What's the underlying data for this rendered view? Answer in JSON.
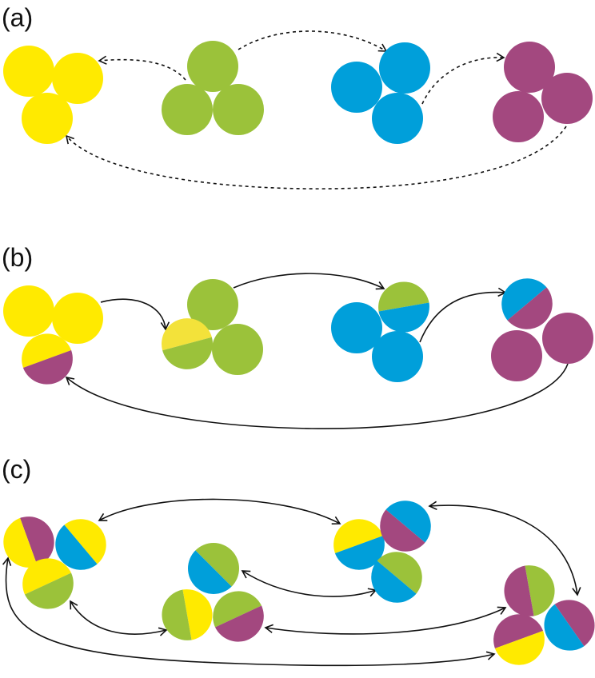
{
  "colors": {
    "yellow": "#ffea00",
    "yellow_light": "#f3e23a",
    "green": "#9bc23a",
    "blue": "#009fda",
    "purple": "#a3487f",
    "stroke": "#111111"
  },
  "panels": [
    {
      "label": "(a)",
      "style": "dotted",
      "clusters": [
        {
          "name": "cluster-yellow",
          "circles": [
            [
              "yellow"
            ],
            [
              "yellow"
            ],
            [
              "yellow"
            ]
          ]
        },
        {
          "name": "cluster-green",
          "circles": [
            [
              "green"
            ],
            [
              "green"
            ],
            [
              "green"
            ]
          ]
        },
        {
          "name": "cluster-blue",
          "circles": [
            [
              "blue"
            ],
            [
              "blue"
            ],
            [
              "blue"
            ]
          ]
        },
        {
          "name": "cluster-purple",
          "circles": [
            [
              "purple"
            ],
            [
              "purple"
            ],
            [
              "purple"
            ]
          ]
        }
      ],
      "links": [
        {
          "from": "green",
          "to": "yellow",
          "direction": "forward"
        },
        {
          "from": "green",
          "to": "blue",
          "direction": "forward"
        },
        {
          "from": "blue",
          "to": "purple",
          "direction": "forward"
        },
        {
          "from": "purple",
          "to": "yellow",
          "direction": "forward"
        }
      ]
    },
    {
      "label": "(b)",
      "style": "solid",
      "clusters": [
        {
          "name": "cluster-yellow",
          "circles": [
            [
              "yellow"
            ],
            [
              "yellow"
            ],
            [
              "yellow",
              "purple"
            ]
          ]
        },
        {
          "name": "cluster-green",
          "circles": [
            [
              "green"
            ],
            [
              "yellow_light",
              "green"
            ],
            [
              "green"
            ]
          ]
        },
        {
          "name": "cluster-blue",
          "circles": [
            [
              "blue"
            ],
            [
              "green",
              "blue"
            ],
            [
              "blue"
            ]
          ]
        },
        {
          "name": "cluster-purple",
          "circles": [
            [
              "blue",
              "purple"
            ],
            [
              "purple"
            ],
            [
              "purple"
            ]
          ]
        }
      ],
      "links": [
        {
          "from": "yellow",
          "to": "green",
          "direction": "forward"
        },
        {
          "from": "green",
          "to": "blue",
          "direction": "forward"
        },
        {
          "from": "blue",
          "to": "purple",
          "direction": "forward"
        },
        {
          "from": "purple",
          "to": "yellow",
          "direction": "forward"
        }
      ]
    },
    {
      "label": "(c)",
      "style": "solid",
      "clusters": [
        {
          "name": "cluster-1",
          "circles": [
            [
              "purple",
              "yellow"
            ],
            [
              "yellow",
              "blue"
            ],
            [
              "yellow",
              "green"
            ]
          ]
        },
        {
          "name": "cluster-2",
          "circles": [
            [
              "green",
              "blue"
            ],
            [
              "yellow",
              "green"
            ],
            [
              "green",
              "purple"
            ]
          ]
        },
        {
          "name": "cluster-3",
          "circles": [
            [
              "yellow",
              "blue"
            ],
            [
              "blue",
              "purple"
            ],
            [
              "green",
              "blue"
            ]
          ]
        },
        {
          "name": "cluster-4",
          "circles": [
            [
              "green",
              "purple"
            ],
            [
              "purple",
              "blue"
            ],
            [
              "purple",
              "yellow"
            ]
          ]
        }
      ],
      "links": [
        {
          "from": "cluster-1",
          "to": "cluster-3",
          "direction": "both"
        },
        {
          "from": "cluster-1",
          "to": "cluster-2",
          "direction": "both"
        },
        {
          "from": "cluster-1",
          "to": "cluster-4",
          "direction": "both"
        },
        {
          "from": "cluster-2",
          "to": "cluster-3",
          "direction": "both"
        },
        {
          "from": "cluster-2",
          "to": "cluster-4",
          "direction": "both"
        },
        {
          "from": "cluster-3",
          "to": "cluster-4",
          "direction": "both"
        }
      ]
    }
  ]
}
